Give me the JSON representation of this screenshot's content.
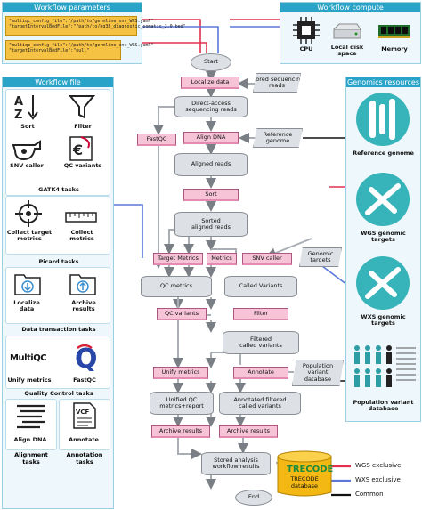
{
  "workflow_parameters": {
    "title": "Workflow parameters",
    "wgs_params": "\"multiqc_config_file\":\"/path/to/germline_snv_WXS.yaml\"\n\"targetIntervalBedFile\":\"/path/to/hg38_diagnostic_somatic_2.0.bed\"",
    "wgs_params_short": "\"multiqc_config_file\":\"/path/to/germline_snv_WGS.yaml\"\n\"targetIntervalBedFile\":\"null\""
  },
  "workflow_compute": {
    "title": "Workflow compute",
    "items": [
      {
        "label": "CPU",
        "icon": "cpu-icon"
      },
      {
        "label": "Local disk\nspace",
        "icon": "disk-icon"
      },
      {
        "label": "Memory",
        "icon": "memory-icon"
      }
    ]
  },
  "workflow_file": {
    "title": "Workflow file",
    "tools": [
      {
        "label": "Sort",
        "icon": "sort-icon"
      },
      {
        "label": "Filter",
        "icon": "filter-icon"
      },
      {
        "label": "SNV caller",
        "icon": "whistle-icon"
      },
      {
        "label": "QC variants",
        "icon": "qc-variants-icon"
      },
      {
        "label": "Collect target\nmetrics",
        "icon": "crosshair-icon"
      },
      {
        "label": "Collect\nmetrics",
        "icon": "ruler-icon"
      },
      {
        "label": "Localize\ndata",
        "icon": "localize-icon"
      },
      {
        "label": "Archive\nresults",
        "icon": "archive-icon"
      },
      {
        "label": "Unify metrics",
        "icon": "multiqc-icon",
        "logo": "MultiQC"
      },
      {
        "label": "FastQC",
        "icon": "fastqc-icon"
      },
      {
        "label": "Align DNA",
        "icon": "align-icon"
      },
      {
        "label": "Annotate",
        "icon": "vcf-icon",
        "logo": "VCF"
      }
    ],
    "sections": [
      "GATK4 tasks",
      "Picard tasks",
      "Data transaction tasks",
      "Quality Control tasks",
      "Alignment\ntasks",
      "Annotation\ntasks"
    ]
  },
  "genomics_resources": {
    "title": "Genomics resources",
    "items": [
      "Reference genome",
      "WGS genomic\ntargets",
      "WXS genomic\ntargets",
      "Population variant\ndatabase"
    ]
  },
  "flow": {
    "start": "Start",
    "end": "End",
    "localize_data": "Localize data",
    "stored_reads": "Stored sequencing\nreads",
    "direct_access": "Direct-access\nsequencing reads",
    "fastqc": "FastQC",
    "align_dna": "Align DNA",
    "reference_genome": "Reference\ngenome",
    "aligned_reads": "Aligned reads",
    "sort": "Sort",
    "sorted_reads": "Sorted\naligned reads",
    "target_metrics": "Target Metrics",
    "metrics": "Metrics",
    "snv_caller": "SNV caller",
    "genomic_targets": "Genomic\ntargets",
    "qc_metrics": "QC metrics",
    "called_variants": "Called Variants",
    "qc_variants": "QC variants",
    "filter": "Filter",
    "filtered_variants": "Filtered\ncalled variants",
    "unify_metrics": "Unify metrics",
    "annotate": "Annotate",
    "population_db": "Population\nvariant\ndatabase",
    "unified_qc": "Unified QC\nmetrics+report",
    "annotated_variants": "Annotated filtered\ncalled variants",
    "archive_results_1": "Archive results",
    "archive_results_2": "Archive results",
    "stored_analysis": "Stored analysis\nworkflow results",
    "trecode": "TRECODE",
    "trecode_db": "TRECODE\ndatabase"
  },
  "legend": {
    "items": [
      {
        "label": "WGS exclusive",
        "color": "#e0304e"
      },
      {
        "label": "WXS exclusive",
        "color": "#5a78d8"
      },
      {
        "label": "Common",
        "color": "#111111"
      }
    ]
  }
}
